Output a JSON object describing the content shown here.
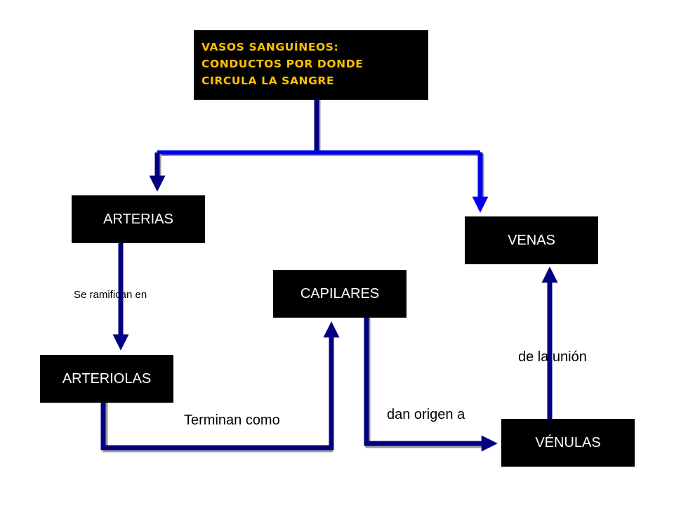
{
  "title": {
    "lines": [
      "VASOS SANGUÍNEOS:",
      "CONDUCTOS POR DONDE",
      "CIRCULA LA SANGRE"
    ]
  },
  "nodes": {
    "arterias": "ARTERIAS",
    "venas": "VENAS",
    "capilares": "CAPILARES",
    "arteriolas": "ARTERIOLAS",
    "venulas": "VÉNULAS"
  },
  "edge_labels": {
    "ramifican": "Se ramifican en",
    "terminan": "Terminan como",
    "origen": "dan origen a",
    "union": "de la unión"
  },
  "colors": {
    "background": "#ffffff",
    "box_fill": "#000000",
    "box_text": "#ffffff",
    "title_text": "#ffc000",
    "connector_dark": "#000080",
    "connector_bright": "#0000ee",
    "connector_shadow": "#9a9a9a"
  }
}
